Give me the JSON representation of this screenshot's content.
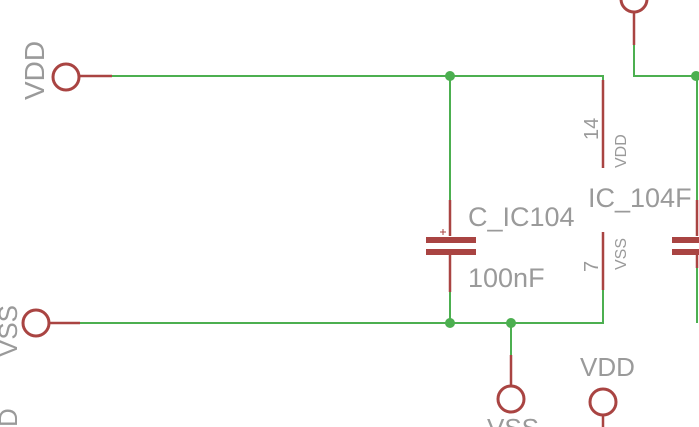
{
  "labels": {
    "vdd_left": "VDD",
    "vss_left": "VSS",
    "d_left_bottom": "D",
    "cap_name": "C_IC104",
    "cap_value": "100nF",
    "ic_name": "IC_104F",
    "pin14_num": "14",
    "pin14_name": "VDD",
    "pin7_num": "7",
    "pin7_name": "VSS",
    "vdd_bottom": "VDD",
    "vss_bottom": "VSS"
  },
  "colors": {
    "wire": "#4caf50",
    "component": "#a94442",
    "junction": "#4caf50",
    "text": "#9a9a9a",
    "background": "#ffffff"
  }
}
